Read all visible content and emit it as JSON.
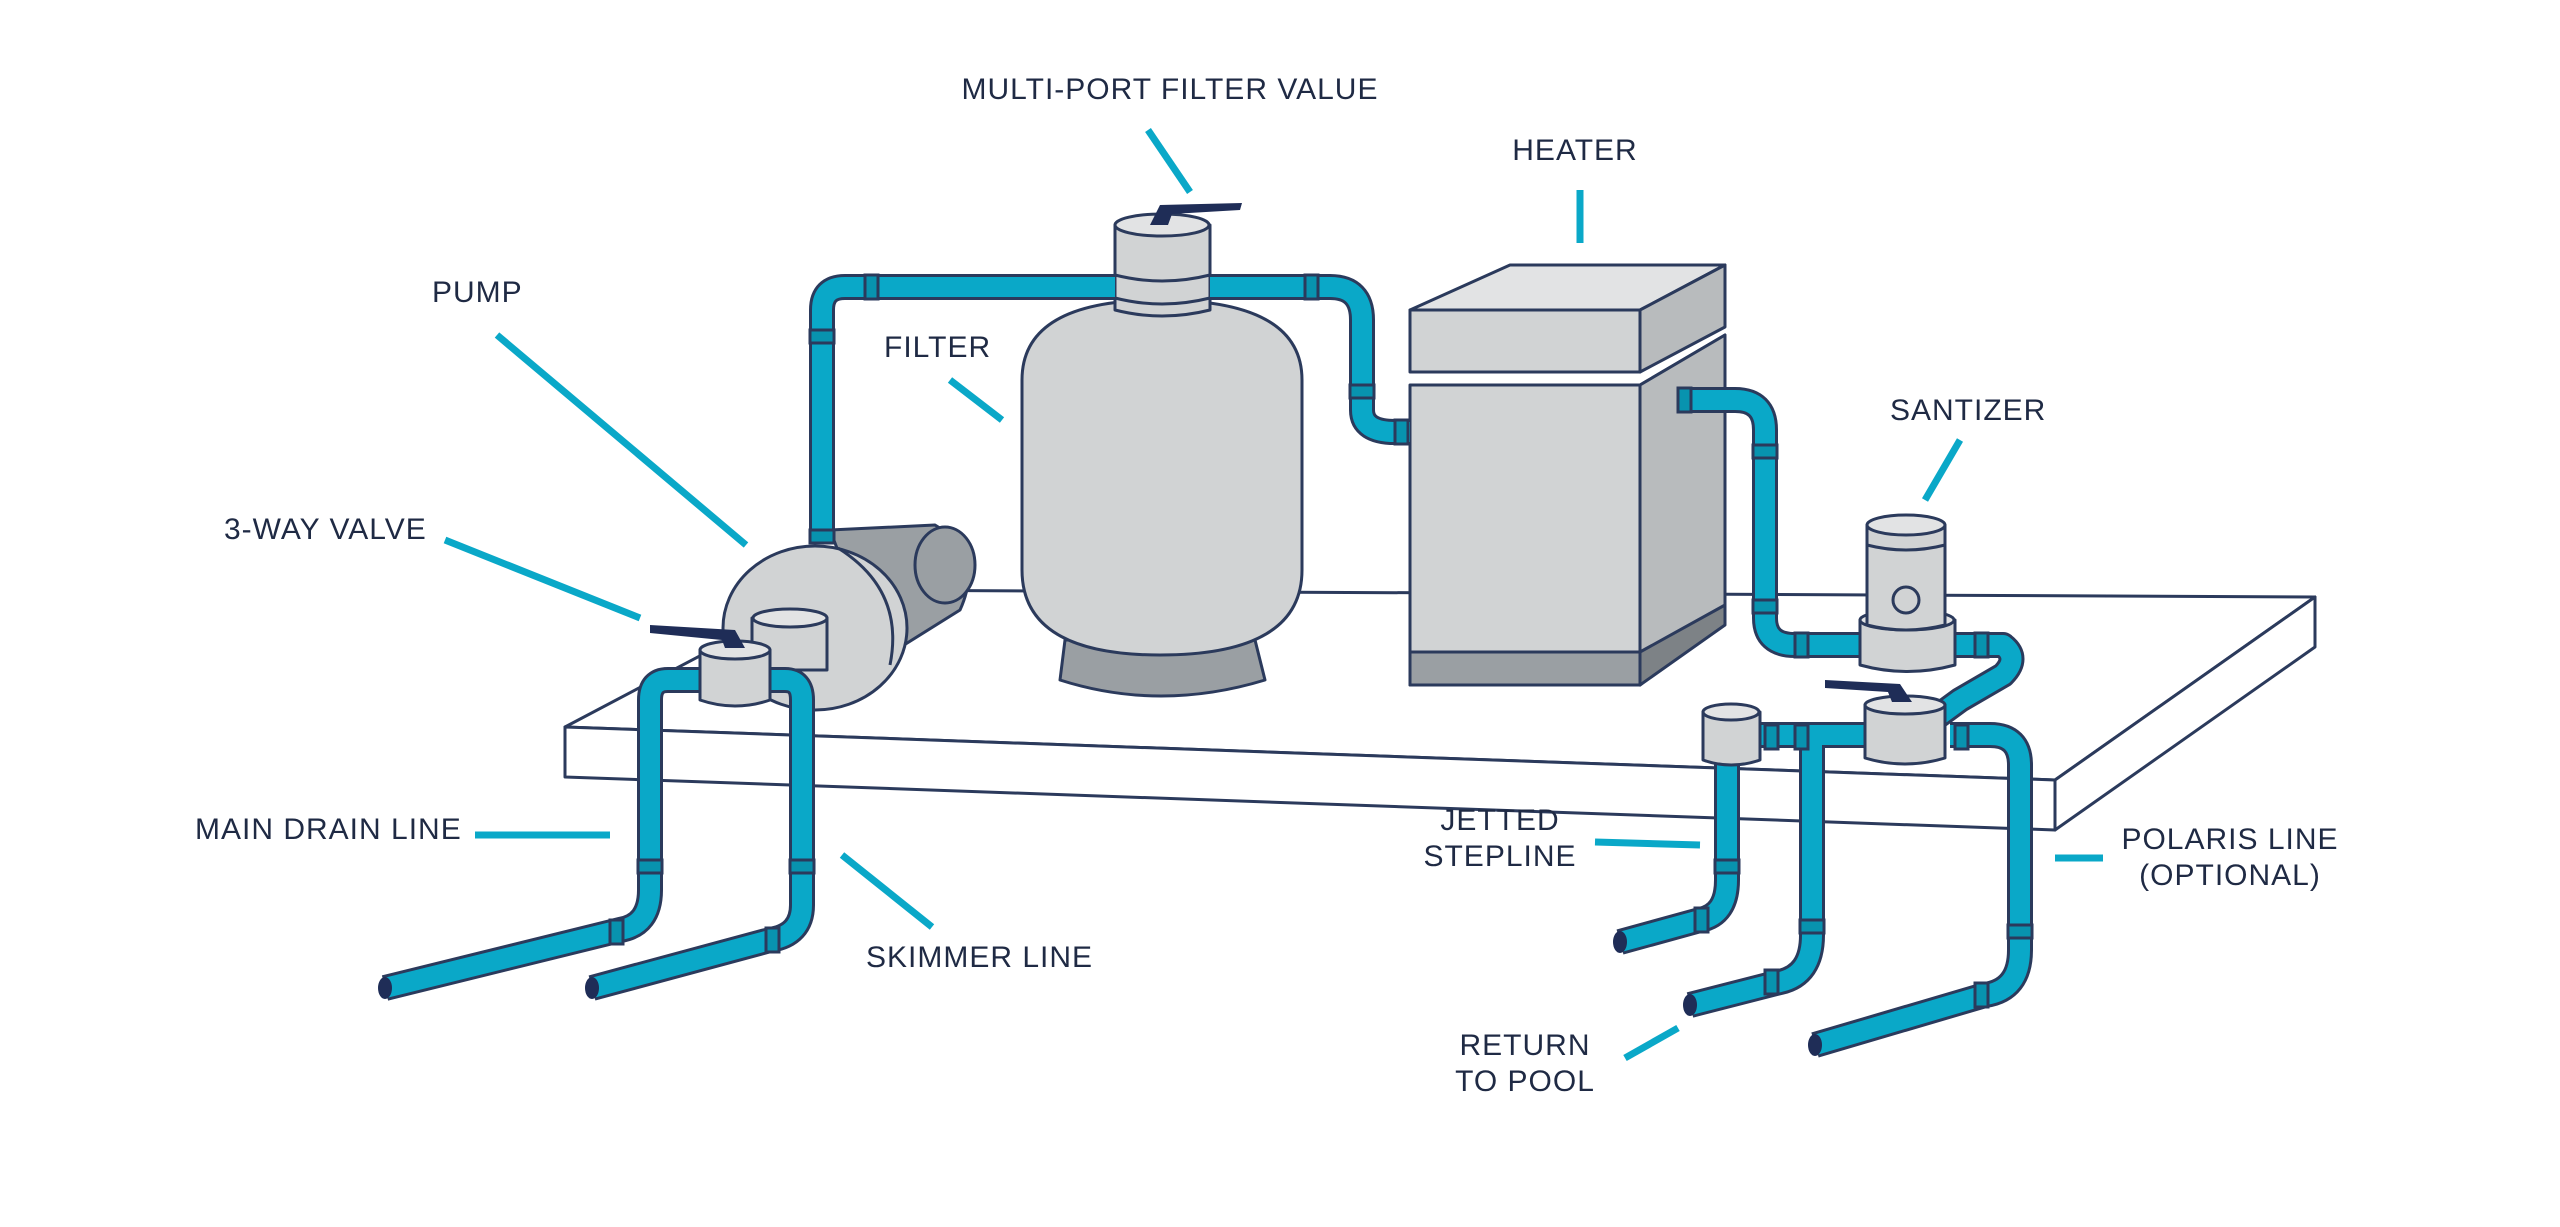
{
  "labels": {
    "multiport": "MULTI-PORT FILTER VALUE",
    "heater": "HEATER",
    "pump": "PUMP",
    "filter": "FILTER",
    "sanitizer": "SANTIZER",
    "three_way_valve": "3-WAY VALVE",
    "main_drain": "MAIN DRAIN LINE",
    "skimmer": "SKIMMER LINE",
    "jetted_1": "JETTED",
    "jetted_2": "STEPLINE",
    "return_1": "RETURN",
    "return_2": "TO POOL",
    "polaris_1": "POLARIS LINE",
    "polaris_2": "(OPTIONAL)"
  },
  "colors": {
    "pipe": "#0aa8c8",
    "pipe_joint": "#0893af",
    "outline": "#2b3a5c",
    "equipment": "#d1d3d4",
    "equipment_dark": "#9a9fa3",
    "handle": "#1f2d57",
    "leader": "#0aa8c8",
    "text": "#1f2a44"
  }
}
